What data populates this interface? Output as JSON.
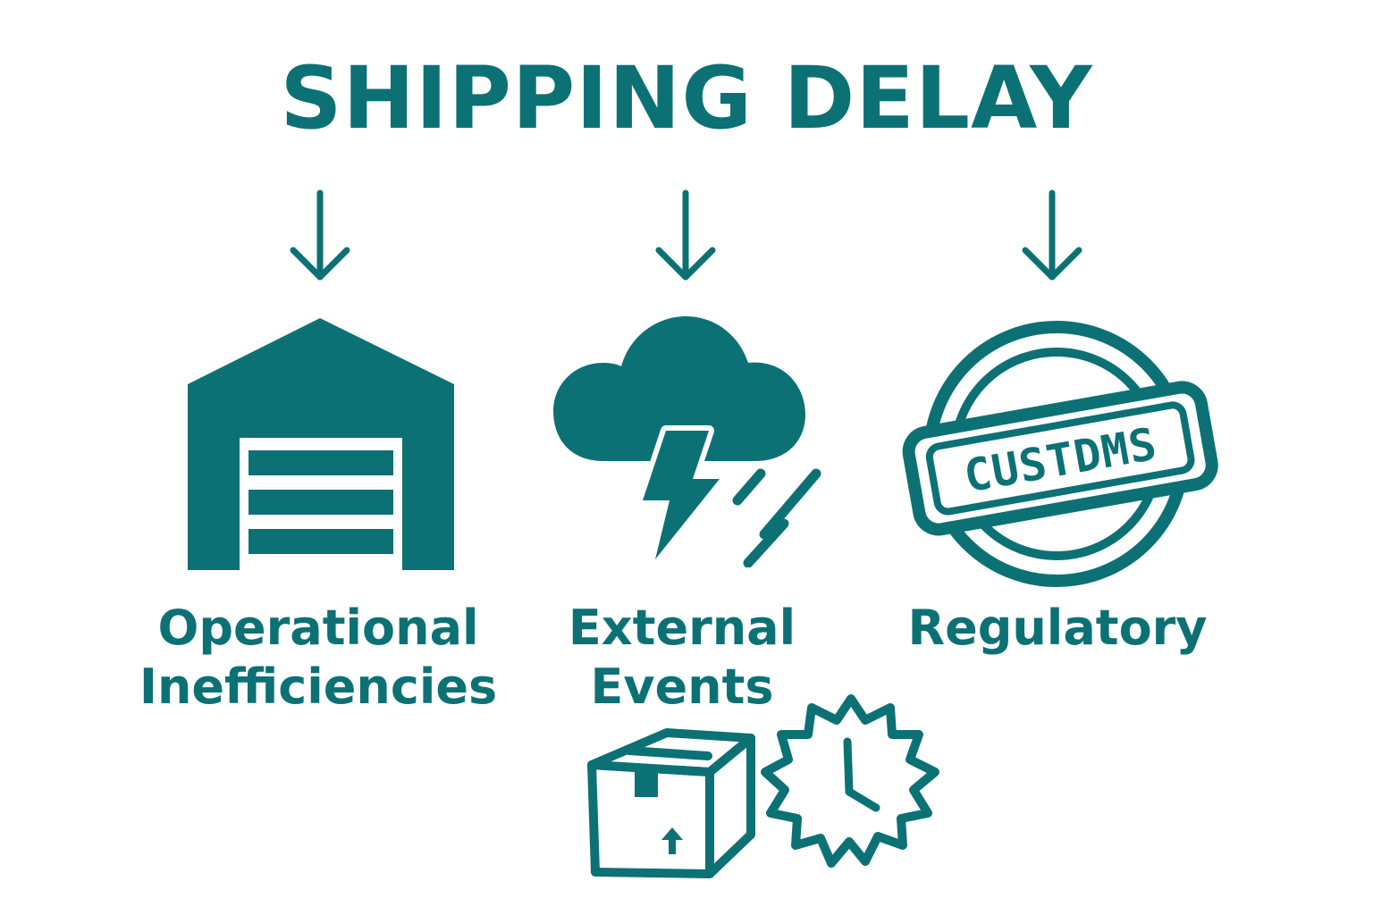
{
  "title": "SHIPPING DELAY",
  "colors": {
    "accent": "#0c7175",
    "background": "#ffffff"
  },
  "categories": [
    {
      "label_lines": [
        "Operational",
        "Inefficiencies"
      ],
      "icon": "warehouse-icon"
    },
    {
      "label_lines": [
        "External",
        "Events"
      ],
      "icon": "storm-cloud-icon"
    },
    {
      "label_lines": [
        "Regulatory"
      ],
      "icon": "customs-stamp-icon",
      "stamp_text": "CUSTDMS"
    }
  ],
  "bottom_icons": [
    "package-box-icon",
    "clock-badge-icon"
  ]
}
